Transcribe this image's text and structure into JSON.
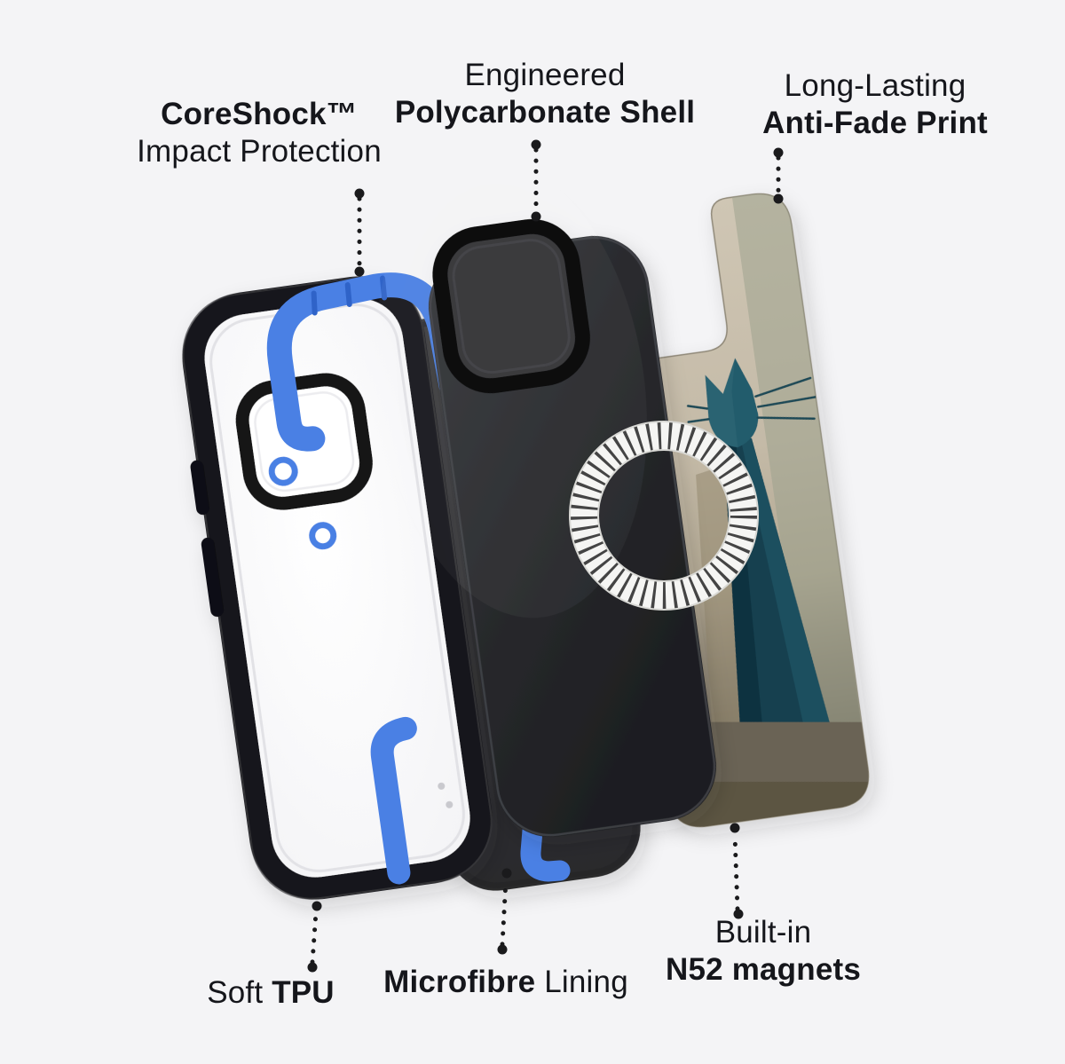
{
  "canvas": {
    "background": "#f4f4f6"
  },
  "labels": {
    "coreshock": {
      "line1": "CoreShock™",
      "line2": "Impact Protection"
    },
    "shell": {
      "line1": "Engineered",
      "line2": "Polycarbonate Shell"
    },
    "print": {
      "line1": "Long-Lasting",
      "line2": "Anti-Fade Print"
    },
    "tpu": {
      "normal": "Soft",
      "bold": "TPU"
    },
    "microfibre": {
      "bold": "Microfibre",
      "normal": "Lining"
    },
    "magnets": {
      "line1": "Built-in",
      "line2": "N52 magnets"
    }
  },
  "colors": {
    "background": "#f4f4f6",
    "accent_blue": "#4a80e4",
    "case_black": "#19191c",
    "shell_gray": "#2a2c2f",
    "lining_gray": "#343437",
    "plate_tan": "#c6bca9",
    "plate_floor": "#6b6355",
    "cat_body_teal": "#16404f",
    "cat_head_teal": "#2b6372",
    "magsafe_white": "#f5f5f3"
  }
}
